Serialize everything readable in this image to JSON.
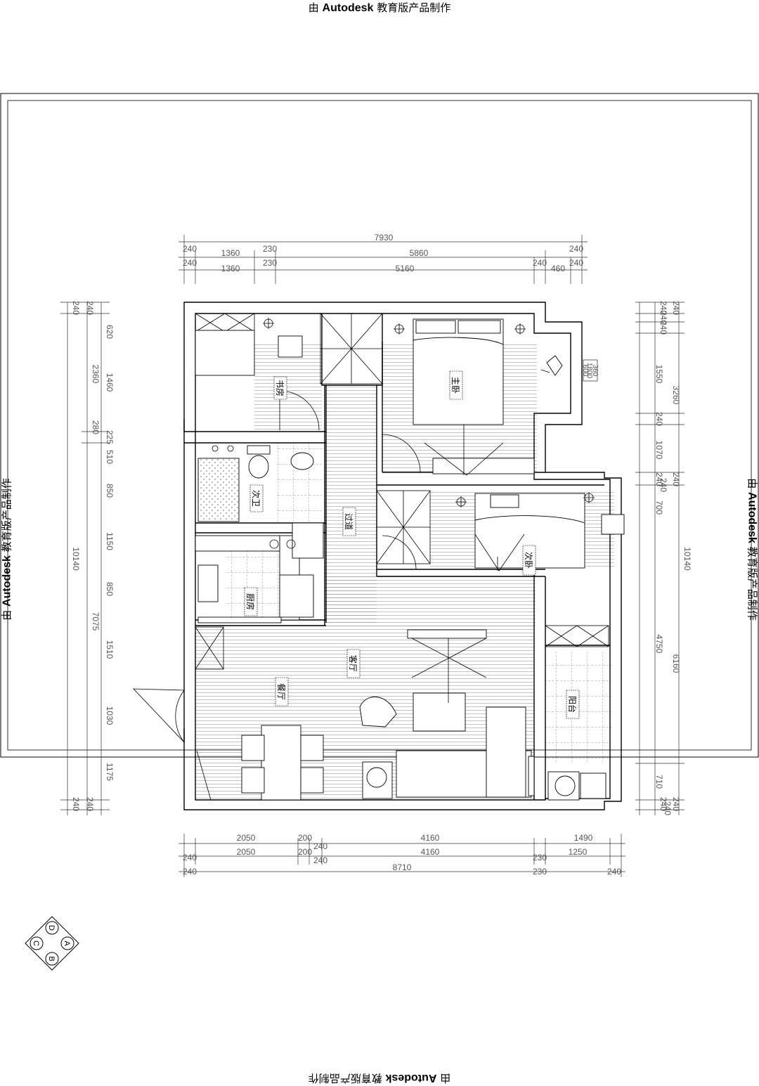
{
  "watermark": {
    "prefix": "由 ",
    "brand": "Autodesk",
    "suffix": " 教育版产品制作"
  },
  "rooms": {
    "study": "书房",
    "master_bedroom": "主卧",
    "second_bathroom": "次卫",
    "corridor": "过道",
    "second_bedroom": "次卧",
    "kitchen": "厨房",
    "living_room": "客厅",
    "dining_room": "餐厅",
    "balcony": "阳台"
  },
  "dimensions": {
    "top_total": "7930",
    "top_row1": [
      "240",
      "1360",
      "230",
      "5860",
      "240"
    ],
    "top_row2": [
      "240",
      "1360",
      "230",
      "5160",
      "240",
      "460",
      "240"
    ],
    "bottom_row1": [
      "2050",
      "200",
      "240",
      "4160",
      "1490"
    ],
    "bottom_row2": [
      "240",
      "2050",
      "200",
      "240",
      "4160",
      "230",
      "1250"
    ],
    "bottom_row3": [
      "240",
      "8710",
      "230",
      "240"
    ],
    "left_total": "10140",
    "left_mid": [
      "240",
      "2360",
      "280",
      "7075",
      "240"
    ],
    "left_inner": [
      "240",
      "620",
      "1460",
      "225",
      "510",
      "850",
      "1150",
      "850",
      "1510",
      "1030",
      "1175",
      "240"
    ],
    "right_total": "10140",
    "right_mid": [
      "240",
      "3260",
      "240",
      "6160",
      "240"
    ],
    "right_inner": [
      "240",
      "240",
      "240",
      "1550",
      "240",
      "1070",
      "240",
      "240",
      "700",
      "4750",
      "710",
      "240",
      "240"
    ],
    "window_stack": [
      "360",
      "1800",
      "600"
    ]
  },
  "compass": {
    "a": "A",
    "b": "B",
    "c": "C",
    "d": "D"
  }
}
